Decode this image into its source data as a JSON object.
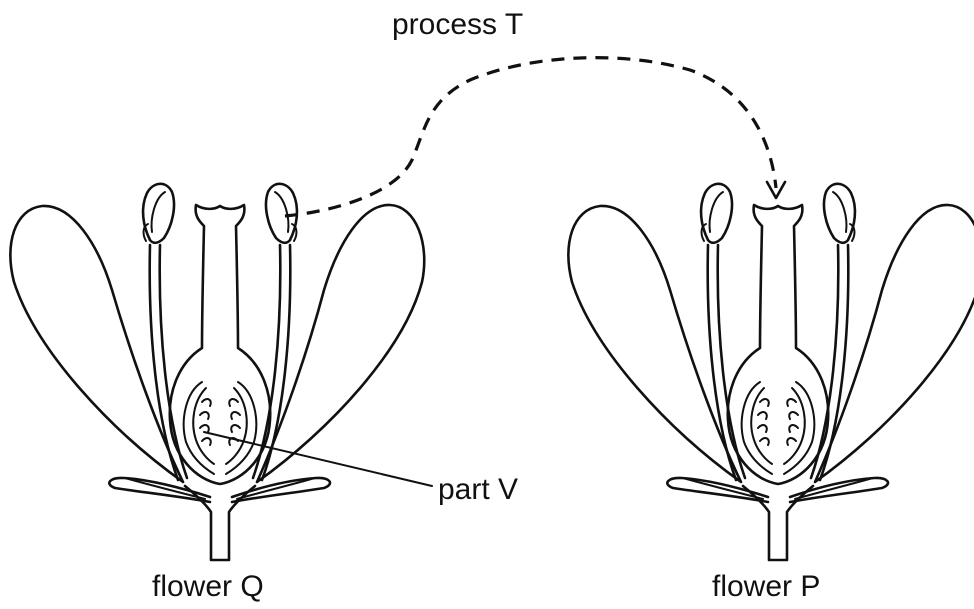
{
  "labels": {
    "process": "process T",
    "part": "part V",
    "flower_left": "flower Q",
    "flower_right": "flower P"
  }
}
